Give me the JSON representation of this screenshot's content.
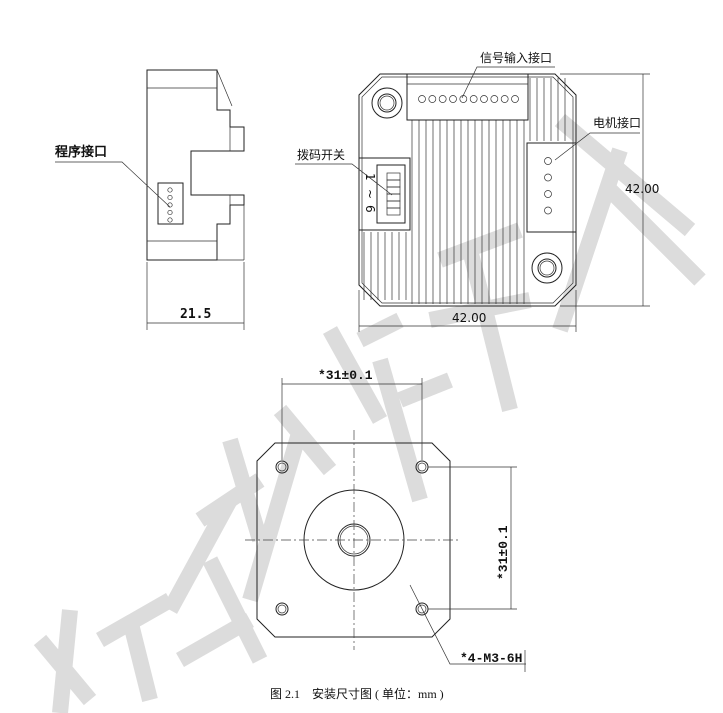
{
  "side_view": {
    "label": "程序接口",
    "width_dim": "21.5"
  },
  "front_view": {
    "signal_label": "信号输入接口",
    "motor_label": "电机接口",
    "dip_label": "拨码开关",
    "dip_range": [
      "1",
      "~",
      "6"
    ],
    "width_dim": "42.00",
    "height_dim": "42.00",
    "signal_pins": 10,
    "motor_pins": 4,
    "dip_switches": 6
  },
  "mount_view": {
    "h_dim": "*31±0.1",
    "v_dim": "*31±0.1",
    "hole_spec": "*4-M3-6H"
  },
  "caption": "图 2.1　安装尺寸图 ( 单位：mm )",
  "watermark": "拓睿物联技术"
}
